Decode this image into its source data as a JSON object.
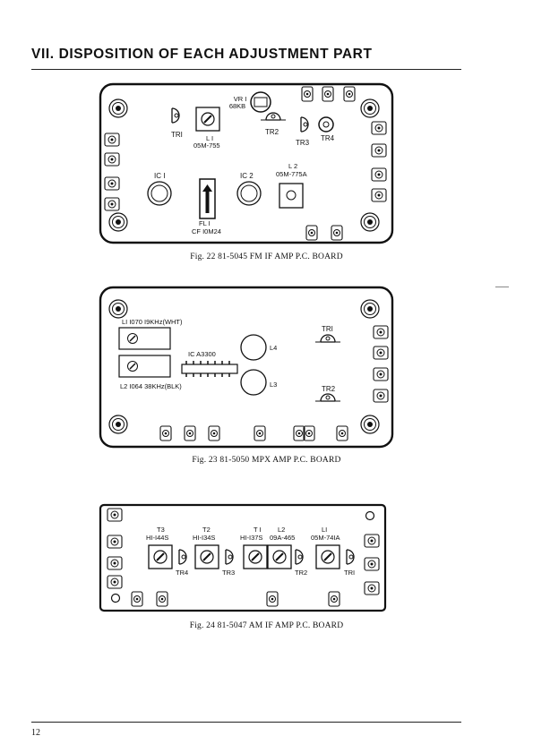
{
  "heading": "VII. DISPOSITION OF EACH ADJUSTMENT PART",
  "page_number": "12",
  "fig22": {
    "caption": "Fig. 22   81-5045 FM IF AMP P.C. BOARD",
    "labels": {
      "vr1": "VR I",
      "vr1_value": "68KB",
      "tr1": "TRI",
      "tr2": "TR2",
      "tr3": "TR3",
      "tr4": "TR4",
      "l1": "L I",
      "l1_part": "05M-755",
      "l2": "L 2",
      "l2_part": "05M-775A",
      "ic1": "IC I",
      "ic2": "IC 2",
      "fl1": "FL I",
      "fl1_part": "CF I0M24"
    }
  },
  "fig23": {
    "caption": "Fig. 23   81-5050 MPX AMP P.C. BOARD",
    "labels": {
      "l1": "LI I070 I9KHz(WHT)",
      "l2": "L2 I064 38KHz(BLK)",
      "ic": "IC A3300",
      "l3": "L3",
      "l4": "L4",
      "tr1": "TRI",
      "tr2": "TR2"
    }
  },
  "fig24": {
    "caption": "Fig. 24   81-5047 AM IF AMP P.C. BOARD",
    "labels": {
      "t3": "T3",
      "t3_part": "HI-I44S",
      "t2": "T2",
      "t2_part": "HI-I34S",
      "t1": "T I",
      "t1_part": "HI-I37S",
      "l2": "L2",
      "l2_part": "09A-465",
      "l1": "LI",
      "l1_part": "05M-74IA",
      "tr1": "TRI",
      "tr2": "TR2",
      "tr3": "TR3",
      "tr4": "TR4"
    }
  }
}
